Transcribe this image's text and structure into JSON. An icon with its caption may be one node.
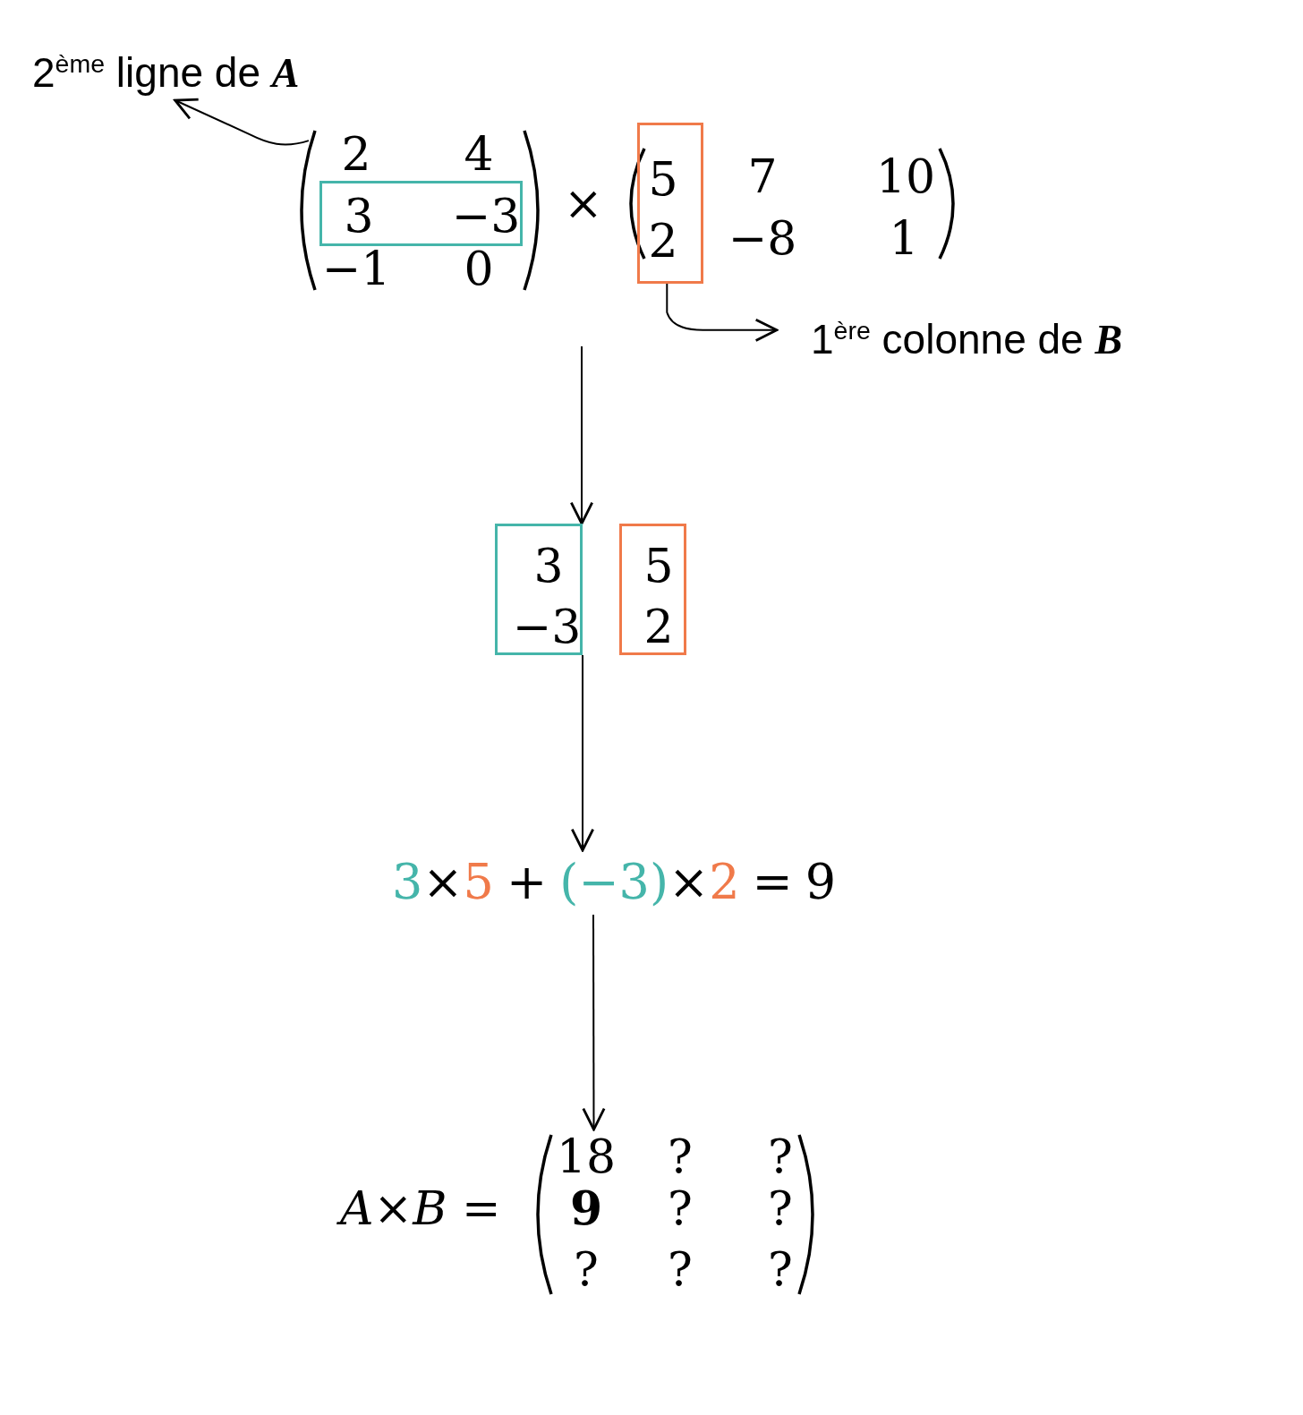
{
  "diagram": {
    "nodes": [
      {
        "text": [
          "2$^{ème}$ ligne de *A*"
        ]
      },
      {
        "text": [
          "2",
          "4",
          "−1",
          "0"
        ]
      },
      {
        "text": [
          "3",
          "−3"
        ],
        "in": 1
      },
      {
        "text": [
          "7",
          "10",
          "−8",
          "1"
        ]
      },
      {
        "text": [
          "5",
          "2"
        ]
      },
      {
        "text": [
          "1$^{ère}$ colonne de *B*"
        ]
      },
      {
        "text": [
          "3",
          "−3"
        ]
      },
      {
        "text": [
          "5",
          "2"
        ]
      },
      {
        "text": [
          "3",
          "×",
          "5",
          "+",
          "(−3)",
          "×",
          "2",
          "=",
          "9"
        ]
      },
      {
        "text": [
          "18",
          "?",
          "?",
          "9",
          "?",
          "?",
          "?",
          "?",
          "?"
        ]
      }
    ],
    "edges": [
      {
        "from": 1,
        "to": 0,
        "arrow": "to"
      },
      {
        "from": 4,
        "to": 5,
        "arrow": "to"
      },
      {
        "from": null,
        "to": 6,
        "arrow": "to"
      },
      {
        "from": 6,
        "to": 8,
        "arrow": "to"
      },
      {
        "from": 8,
        "to": 9,
        "arrow": "to"
      }
    ],
    "labels": [
      "×",
      "*A*×*B* ="
    ]
  }
}
